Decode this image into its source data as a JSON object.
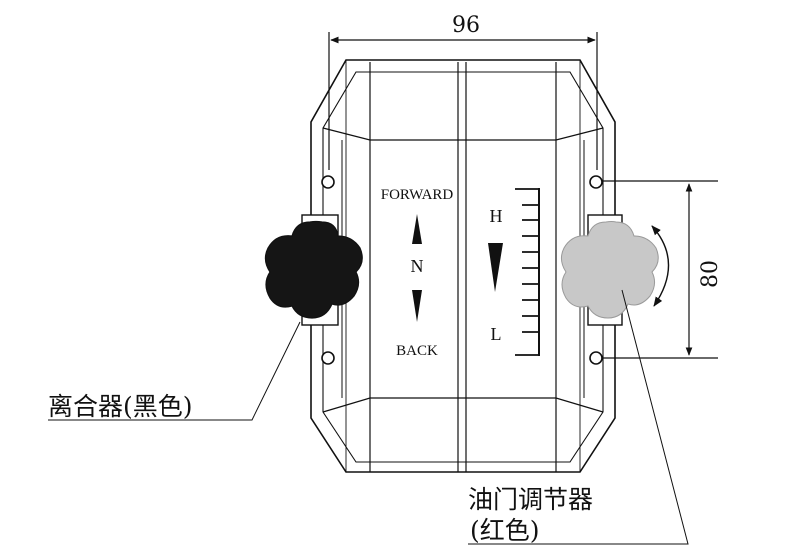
{
  "dimensions": {
    "width_value": "96",
    "height_value": "80"
  },
  "panel": {
    "forward": "FORWARD",
    "neutral": "N",
    "back": "BACK",
    "high": "H",
    "low": "L"
  },
  "callouts": {
    "clutch": "离合器(黑色)",
    "throttle_line1": "油门调节器",
    "throttle_line2": "(红色)"
  },
  "colors": {
    "clutch_knob": "#151515",
    "throttle_knob": "#c8c8c8",
    "line": "#111111"
  }
}
